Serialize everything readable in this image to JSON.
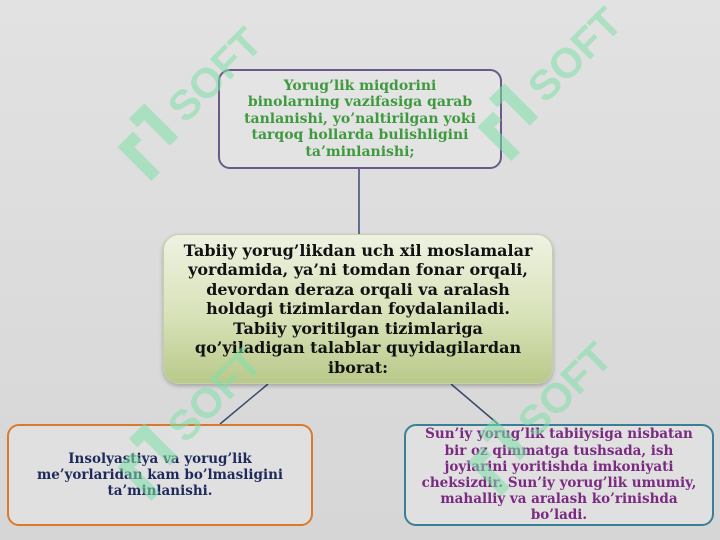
{
  "diagram": {
    "top_box": {
      "text": "Yorug’lik miqdorini binolarning vazifasiga qarab tanlanishi, yo’naltirilgan yoki tarqoq hollarda bulishligini ta’minlanishi;"
    },
    "center_box": {
      "text": "Tabiiy yorug’likdan uch xil moslamalar yordamida, ya’ni tomdan fonar orqali, devordan deraza orqali va aralash holdagi tizimlardan foydalaniladi. Tabiiy yoritilgan tizimlariga qo’yiladigan talablar quyidagilardan iborat:"
    },
    "left_box": {
      "text": "Insolyastiya va yorug’lik me’yorlaridan kam bo’lmasligini ta’minlanishi."
    },
    "right_box": {
      "text": "Sun’iy yorug’lik tabiiysiga nisbatan bir oz qimmatga tushsada, ish joylarini yoritishda imkoniyati cheksizdir. Sun’iy yorug’lik umumiy, mahalliy va aralash ko’rinishda bo’ladi."
    }
  },
  "watermark": {
    "text": "SOFT",
    "color": "#7fe0a8"
  },
  "colors": {
    "top_text": "#3f9a3f",
    "top_border": "#6a5a8c",
    "left_border": "#d87a30",
    "right_border": "#3a7f96",
    "right_text": "#7a2a80",
    "left_text": "#1f2a5c",
    "connector": "#3a4a6a"
  }
}
